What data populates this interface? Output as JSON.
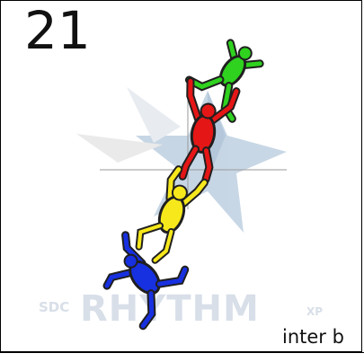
{
  "formation": {
    "number": "21",
    "label": "inter b"
  },
  "watermark": {
    "prefix": "SDC",
    "brand": "RHYTHM",
    "suffix": "XP"
  },
  "jumpers": [
    {
      "name": "green",
      "color": "#2fd21f"
    },
    {
      "name": "red",
      "color": "#e51616"
    },
    {
      "name": "yellow",
      "color": "#f7e81c"
    },
    {
      "name": "blue",
      "color": "#1730e0"
    }
  ]
}
